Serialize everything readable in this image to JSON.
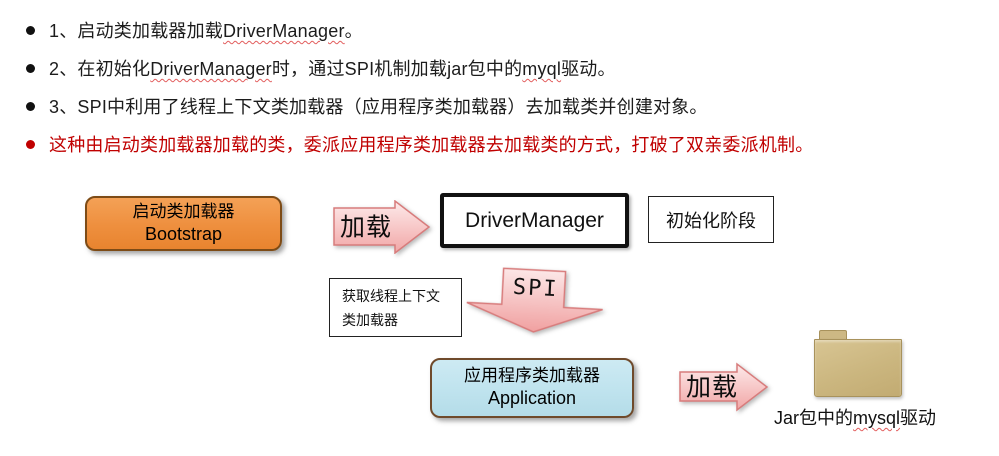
{
  "bullet_list": {
    "items": [
      {
        "segments": [
          "1、启动类加载器加载",
          "DriverManager",
          "。"
        ]
      },
      {
        "segments": [
          "2、在初始化",
          "DriverManager",
          "时，通过SPI机制加载jar包中的",
          "myql",
          "驱动。"
        ]
      },
      {
        "segments": [
          "3、SPI中利用了线程上下文类加载器（应用程序类加载器）去加载类并创建对象。"
        ]
      },
      {
        "segments": [
          "这种由启动类加载器加载的类，委派应用程序类加载器去加载类的方式，打破了双亲委派机制。"
        ]
      }
    ]
  },
  "diagram": {
    "bootstrap_box": {
      "title": "启动类加载器",
      "subtitle": "Bootstrap"
    },
    "load_arrow_top": {
      "label": "加载"
    },
    "driver_manager_box": {
      "label": "DriverManager"
    },
    "init_phase_box": {
      "label": "初始化阶段"
    },
    "thread_context_box": {
      "line1": "获取线程上下文",
      "line2": "类加载器"
    },
    "spi_arrow": {
      "label": "SPI"
    },
    "application_box": {
      "title": "应用程序类加载器",
      "subtitle": "Application"
    },
    "load_arrow_bottom": {
      "label": "加载"
    },
    "jar_label": {
      "segments": [
        "Jar包中的",
        "mysql",
        "驱动"
      ]
    }
  },
  "colors": {
    "bootstrap_fill": "#EE8F3E",
    "bootstrap_border": "#7D4B16",
    "application_fill": "#BFE3EE",
    "application_border": "#6F4A2B",
    "arrow_fill_light": "#FCE7E7",
    "arrow_fill_dark": "#F1A6A6",
    "arrow_border": "#D87C7C",
    "highlight_text": "#C00000",
    "spellcheck_underline": "#E25D5D",
    "folder_tan": "#C9B37E"
  }
}
